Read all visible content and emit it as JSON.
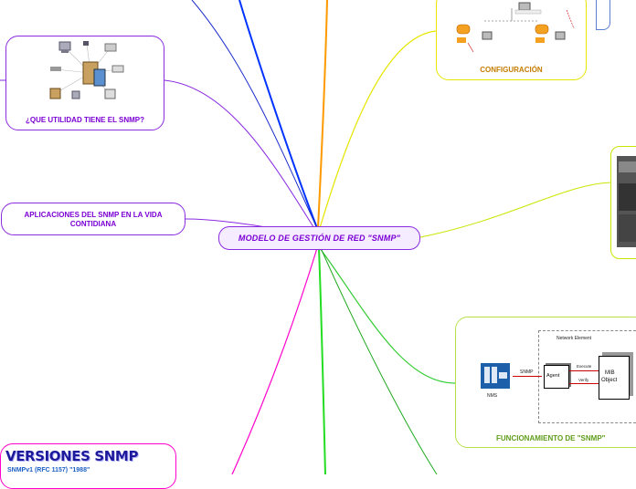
{
  "diagram": {
    "center": {
      "label": "MODELO DE GESTIÓN DE RED \"SNMP\""
    },
    "nodes": {
      "utilidad": {
        "label": "¿QUE UTILIDAD TIENE EL SNMP?"
      },
      "aplicaciones": {
        "label": "APLICACIONES DEL SNMP EN LA VIDA CONTIDIANA"
      },
      "configuracion": {
        "label": "CONFIGURACIÓN"
      },
      "funcionamiento": {
        "label": "FUNCIONAMIENTO DE \"SNMP\"",
        "image": {
          "group_label": "Network Element",
          "nms_label": "NMS",
          "snmp_label": "SNMP",
          "agent_label": "Agent",
          "execute_label": "Execute",
          "verify_label": "Verify",
          "mib_label_1": "MIB",
          "mib_label_2": "Object"
        }
      },
      "versiones": {
        "title": "VERSIONES SNMP",
        "subtitle": "SNMPv1 (RFC 1157) \"1988\""
      }
    },
    "colors": {
      "purple": "#8a2be2",
      "magenta": "#ff00cc",
      "blue": "#0033ff",
      "orange": "#ff9900",
      "yellow": "#e6e600",
      "green": "#33dd33",
      "center_fill": "#f6ecff"
    }
  }
}
